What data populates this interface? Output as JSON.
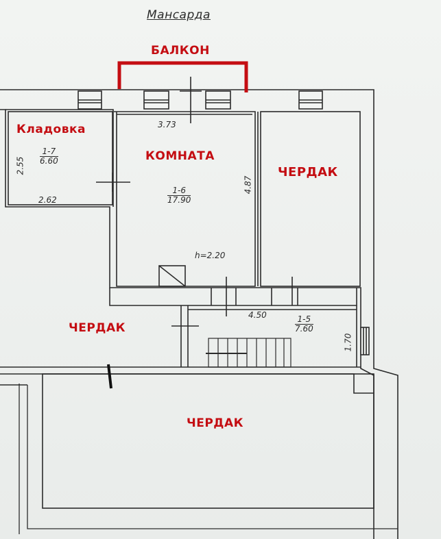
{
  "title": "Мансарда",
  "labels": {
    "balcony": "БАЛКОН",
    "storage": "Кладовка",
    "room": "КОМНАТА",
    "attic_right": "ЧЕРДАК",
    "attic_middle": "ЧЕРДАК",
    "attic_bottom": "ЧЕРДАК"
  },
  "rooms": {
    "storage": {
      "id": "1-7",
      "area": "6.60",
      "width": "2.62",
      "height": "2.55"
    },
    "room": {
      "id": "1-6",
      "area": "17.90",
      "width": "3.73",
      "length": "4.87",
      "ceiling_height": "h=2.20"
    },
    "hall": {
      "id": "1-5",
      "area": "7.60",
      "width": "4.50",
      "length": "1.70"
    }
  },
  "colors": {
    "ink": "#2b2b2b",
    "accent": "#c40d12"
  }
}
